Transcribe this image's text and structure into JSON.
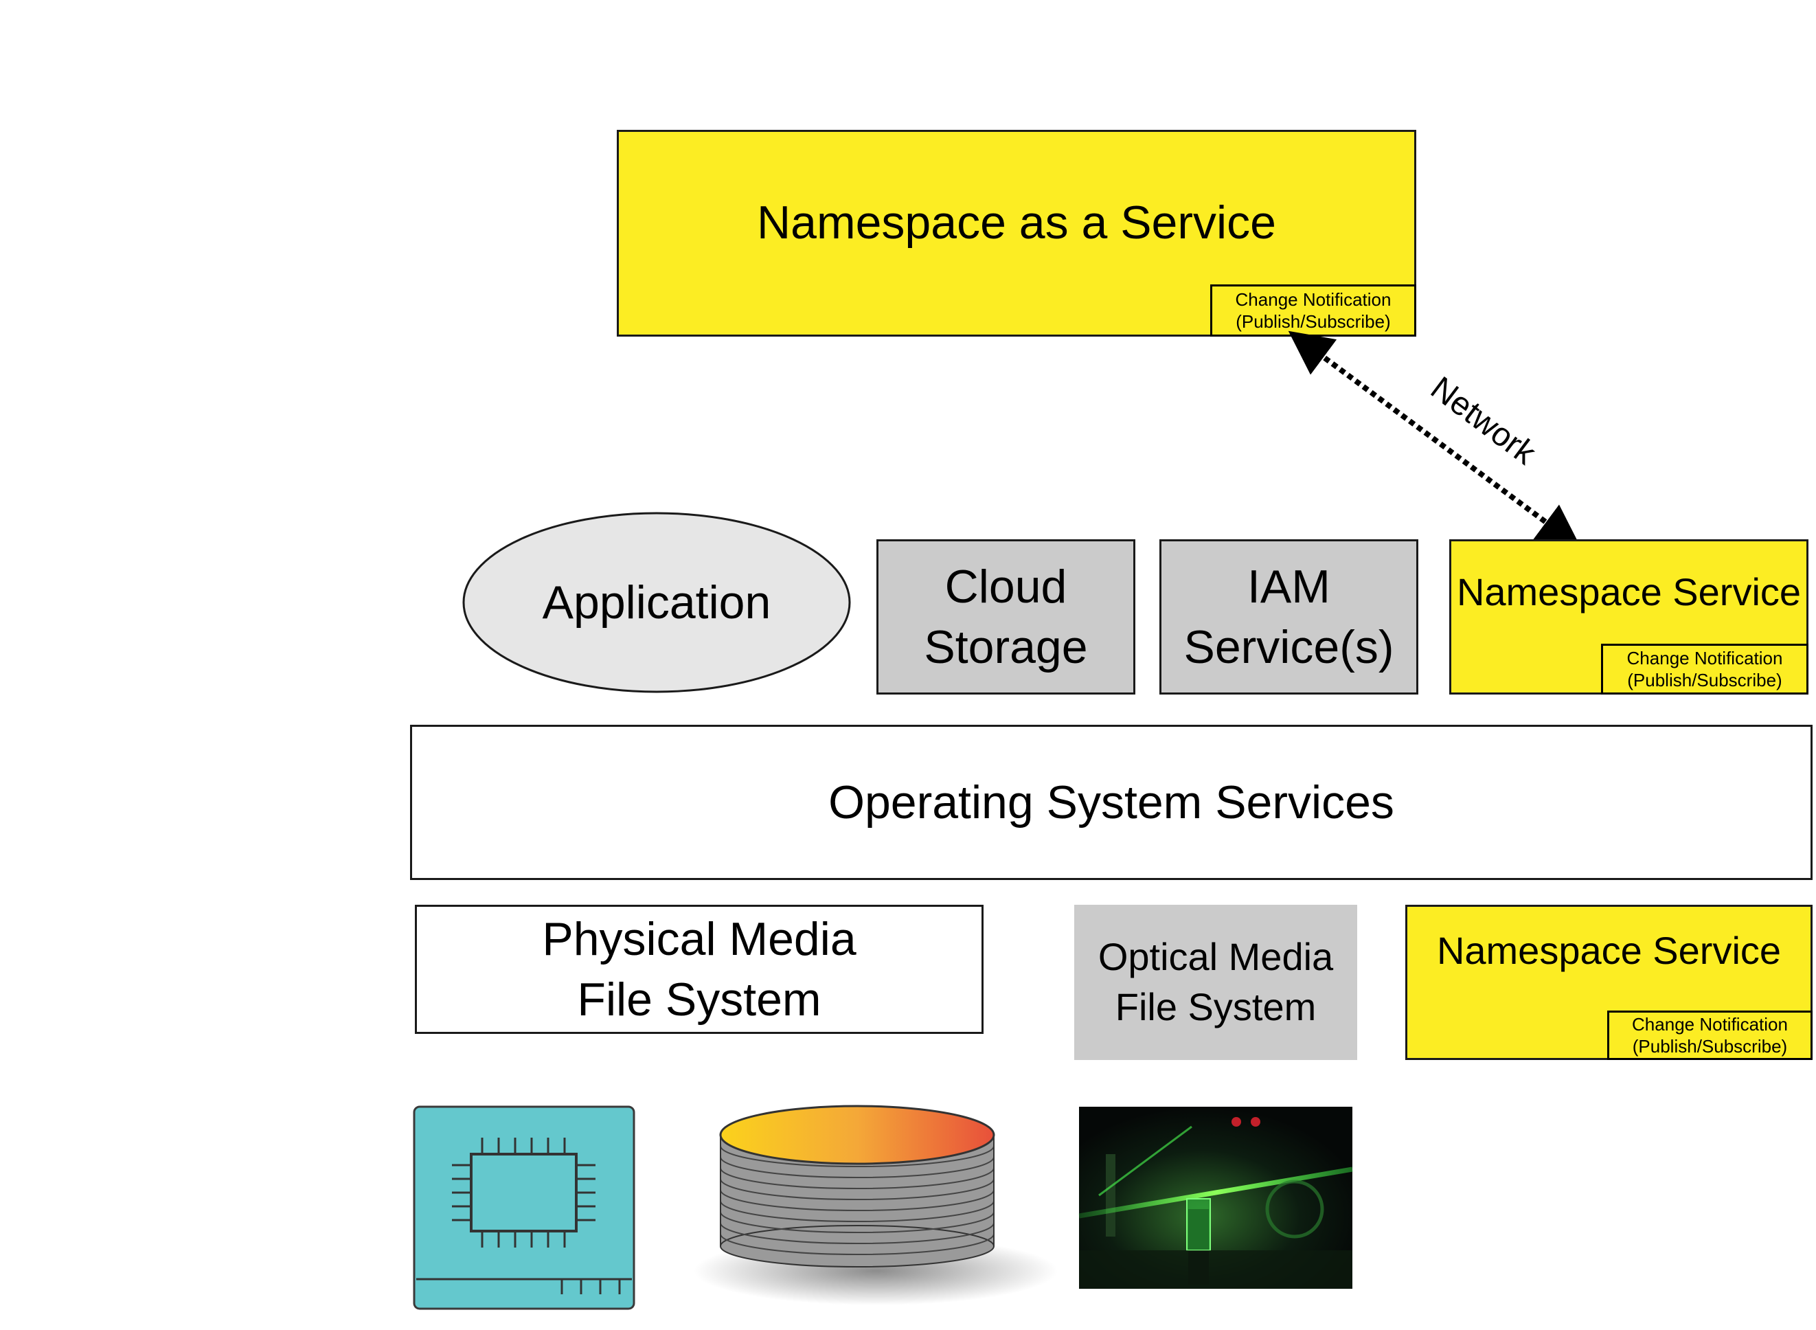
{
  "top": {
    "title": "Namespace as a Service",
    "notification": "Change Notification\n(Publish/Subscribe)"
  },
  "network_label": "Network",
  "middle": {
    "application": "Application",
    "cloud_storage": "Cloud\nStorage",
    "iam": "IAM\nService(s)",
    "namespace_service": "Namespace Service",
    "namespace_notification": "Change Notification\n(Publish/Subscribe)"
  },
  "os_services": "Operating System Services",
  "lower": {
    "physical_fs": "Physical Media\nFile System",
    "optical_fs": "Optical Media\nFile System",
    "namespace_service": "Namespace Service",
    "namespace_notification": "Change Notification\n(Publish/Subscribe)"
  },
  "icons": [
    "chip-icon",
    "disk-stack-icon",
    "laser-optics-image"
  ],
  "colors": {
    "namespace_yellow": "#fced23",
    "grey_box": "#cbcbcb",
    "application_fill": "#e6e6e6",
    "chip_teal": "#64c8cd"
  }
}
